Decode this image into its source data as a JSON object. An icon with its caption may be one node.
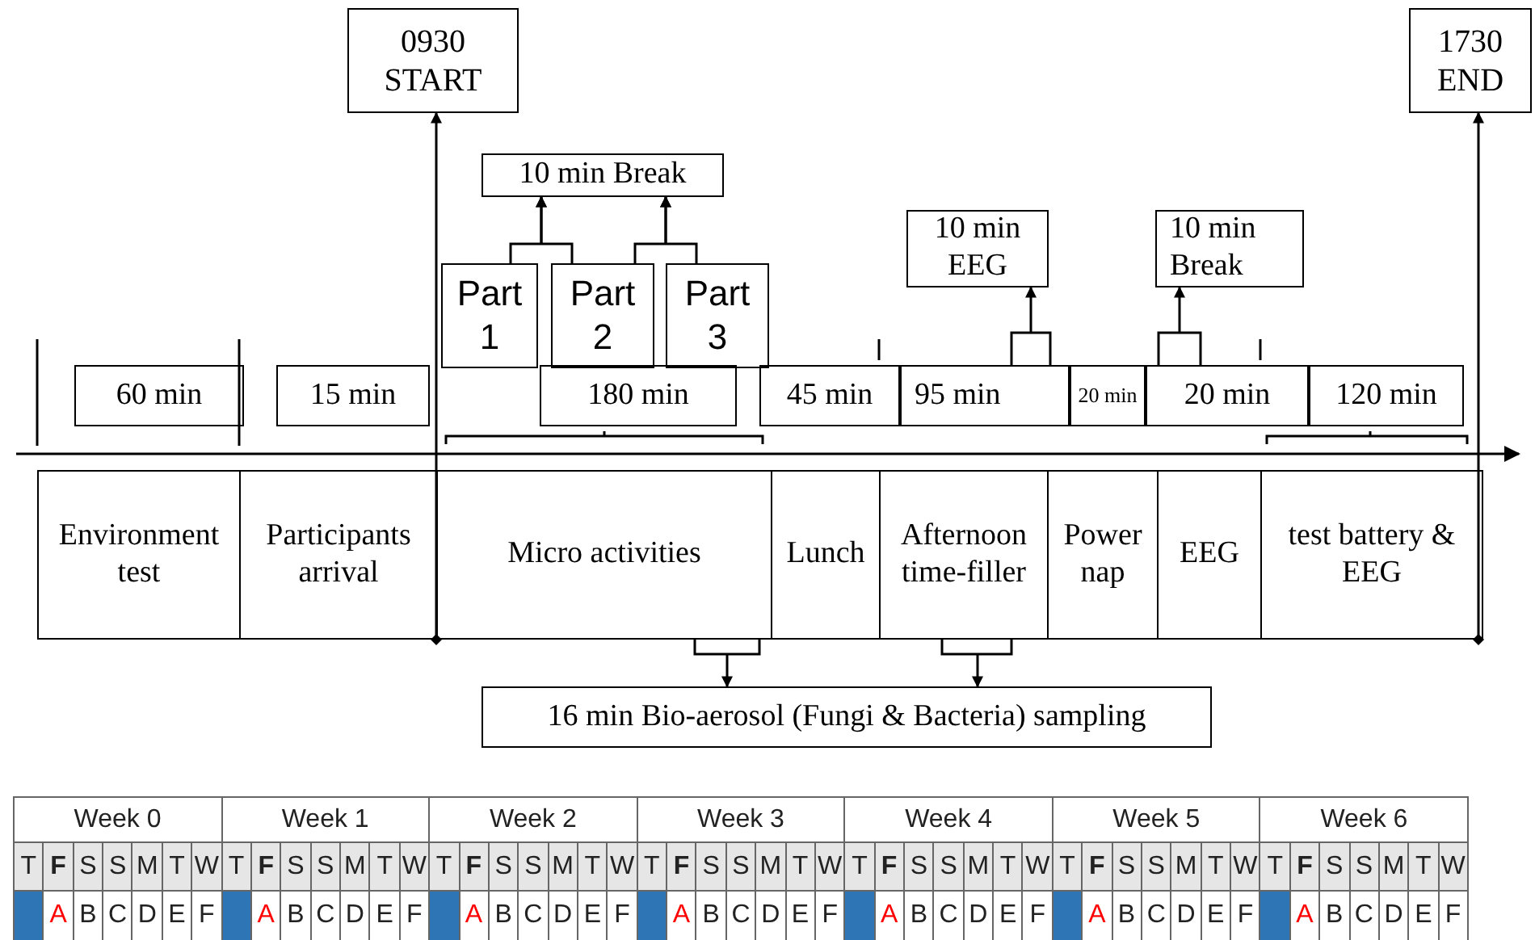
{
  "diagram": {
    "nodes": [
      {
        "text": [
          "0930 START"
        ]
      },
      {
        "text": [
          "1730 END"
        ]
      },
      {
        "text": [
          "10 min Break"
        ]
      },
      {
        "text": [
          "Part 1"
        ]
      },
      {
        "text": [
          "Part 2"
        ]
      },
      {
        "text": [
          "Part 3"
        ]
      },
      {
        "text": [
          "10 min EEG"
        ]
      },
      {
        "text": [
          "10 min Break"
        ]
      },
      {
        "text": [
          "60 min"
        ]
      },
      {
        "text": [
          "15 min"
        ]
      },
      {
        "text": [
          "180 min"
        ]
      },
      {
        "text": [
          "45 min"
        ]
      },
      {
        "text": [
          "95 min"
        ]
      },
      {
        "text": [
          "20 min"
        ]
      },
      {
        "text": [
          "20 min"
        ]
      },
      {
        "text": [
          "120 min"
        ]
      },
      {
        "text": [
          "Environment test"
        ]
      },
      {
        "text": [
          "Participants arrival"
        ]
      },
      {
        "text": [
          "Micro activities"
        ]
      },
      {
        "text": [
          "Lunch"
        ]
      },
      {
        "text": [
          "Afternoon time-filler"
        ]
      },
      {
        "text": [
          "Power nap"
        ]
      },
      {
        "text": [
          "EEG"
        ]
      },
      {
        "text": [
          "test battery & EEG"
        ]
      },
      {
        "text": [
          "16 min Bio-aerosol (Fungi & Bacteria) sampling"
        ]
      }
    ],
    "edges": [
      {
        "from": 17,
        "to": 0,
        "arrow": "to"
      },
      {
        "from": 23,
        "to": 1,
        "arrow": "to"
      },
      {
        "from": 3,
        "to": 2,
        "arrow": "to"
      },
      {
        "from": 4,
        "to": 2,
        "arrow": "to"
      },
      {
        "from": 4,
        "to": 2,
        "arrow": "to"
      },
      {
        "from": 5,
        "to": 2,
        "arrow": "to"
      },
      {
        "from": 12,
        "to": 6,
        "arrow": "to"
      },
      {
        "from": 14,
        "to": 7,
        "arrow": "to"
      },
      {
        "from": 18,
        "to": 24,
        "arrow": "to"
      },
      {
        "from": 20,
        "to": 24,
        "arrow": "to"
      }
    ],
    "labels": [
      "Week 0",
      "Week 1",
      "Week 2",
      "Week 3",
      "Week 4",
      "Week 5",
      "Week 6",
      "T",
      "F",
      "S",
      "S",
      "M",
      "T",
      "W",
      "T",
      "F",
      "S",
      "S",
      "M",
      "T",
      "W",
      "T",
      "F",
      "S",
      "S",
      "M",
      "T",
      "W",
      "T",
      "F",
      "S",
      "S",
      "M",
      "T",
      "W",
      "T",
      "F",
      "S",
      "S",
      "M",
      "T",
      "W",
      "T",
      "F",
      "S",
      "S",
      "M",
      "T",
      "W",
      "T",
      "F",
      "S",
      "S",
      "M",
      "T",
      "W",
      "A",
      "B",
      "C",
      "D",
      "E",
      "F",
      "A",
      "B",
      "C",
      "D",
      "E",
      "F",
      "A",
      "B",
      "C",
      "D",
      "E",
      "F",
      "A",
      "B",
      "C",
      "D",
      "E",
      "F",
      "A",
      "B",
      "C",
      "D",
      "E",
      "F",
      "A",
      "B",
      "C",
      "D",
      "E",
      "F",
      "A",
      "B",
      "C",
      "D",
      "E",
      "F"
    ]
  }
}
